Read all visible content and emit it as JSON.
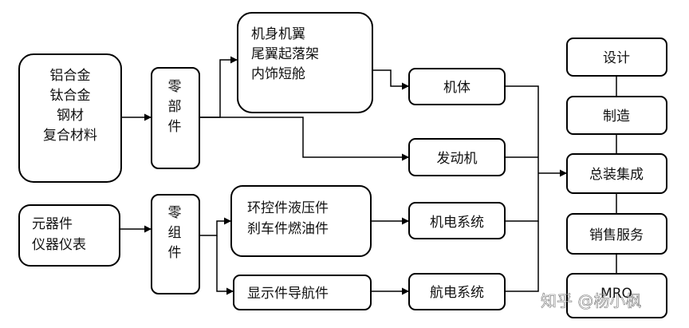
{
  "materials": [
    "铝合金",
    "钛合金",
    "钢材",
    "复合材料"
  ],
  "parts_label": [
    "零",
    "部",
    "件"
  ],
  "airframe_parts": [
    "机身机翼",
    "尾翼起落架",
    "内饰短舱"
  ],
  "electronic_parts": [
    "元器件",
    "仪器仪表"
  ],
  "components_label": [
    "零",
    "组",
    "件"
  ],
  "electromech_parts": [
    "环控件液压件",
    "刹车件燃油件"
  ],
  "avionics_parts": "显示件导航件",
  "subsystems": {
    "airframe": "机体",
    "engine": "发动机",
    "electromech": "机电系统",
    "avionics": "航电系统"
  },
  "stages": {
    "design": "设计",
    "manufacture": "制造",
    "assembly": "总装集成",
    "sales": "销售服务",
    "mro": "MRO"
  },
  "watermark": "知乎 @杨小枫"
}
